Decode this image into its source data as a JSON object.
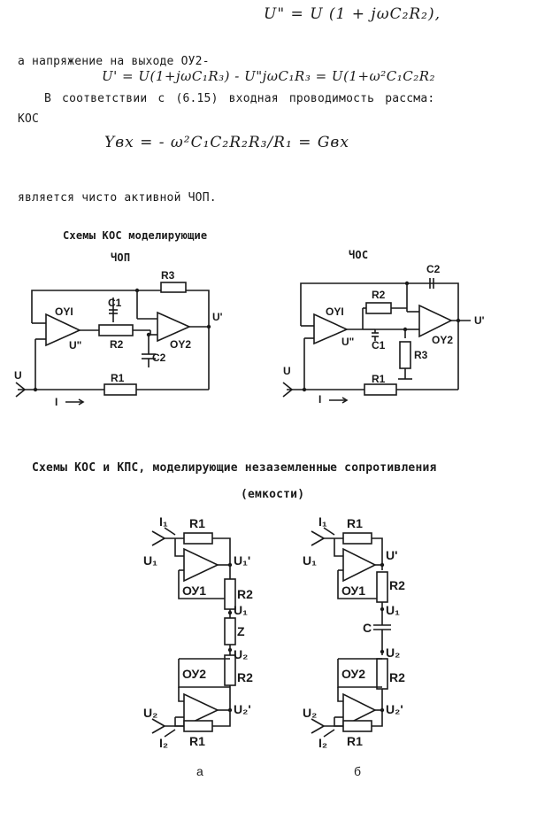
{
  "formula_top": "U\" = U (1 + jωC₂R₂),",
  "text_line1": "а напряжение на выходе ОУ2-",
  "formula_mid": "U' = U(1+jωC₁R₃) - U\"jωC₁R₃ = U(1+ω²C₁C₂R₂",
  "text_line2a": "В соответствии с (6.15) входная проводимость рассма:",
  "text_line2b": "КОС",
  "formula_y": "Yвх = - ω²C₁C₂R₂R₃/R₁ = Gвх",
  "text_line3": "является чисто активной ЧОП.",
  "sec1_title_a": "Схемы КОС моделирующие",
  "sec1_title_b": "ЧОП",
  "sec1_right_title": "ЧОС",
  "circuit1": {
    "r3": "R3",
    "c1": "C1",
    "oy1": "OYI",
    "oy2": "OY2",
    "r2": "R2",
    "c2": "C2",
    "r1": "R1",
    "u": "U",
    "uprime": "U'",
    "udbl": "U\"",
    "i": "I"
  },
  "circuit2": {
    "c2": "C2",
    "r2": "R2",
    "oy1": "OYI",
    "oy2": "OY2",
    "c1": "C1",
    "r3": "R3",
    "r1": "R1",
    "u": "U",
    "uprime": "U'",
    "udbl": "U\"",
    "i": "I"
  },
  "sec2_title_a": "Схемы КОС и КПС, моделирующие незаземленные сопротивления",
  "sec2_title_b": "(емкости)",
  "circuit3": {
    "i1": "I₁",
    "r1": "R1",
    "u1": "U₁",
    "u1p": "U₁'",
    "oy1": "ОУ1",
    "r2": "R2",
    "u1b": "U₁",
    "z": "Z",
    "u2": "U₂",
    "oy2": "ОУ2",
    "r2b": "R2",
    "u2p": "U₂'",
    "u2b": "U₂",
    "i2": "I₂",
    "r1b": "R1",
    "caption": "а"
  },
  "circuit4": {
    "i1": "I₁",
    "r1": "R1",
    "u1": "U₁",
    "up": "U'",
    "oy1": "ОУ1",
    "r2": "R2",
    "u1b": "U₁",
    "c": "C",
    "u2": "U₂",
    "oy2": "ОУ2",
    "r2b": "R2",
    "u2p": "U₂'",
    "u2b": "U₂",
    "i2": "I₂",
    "r1b": "R1",
    "caption": "б"
  }
}
